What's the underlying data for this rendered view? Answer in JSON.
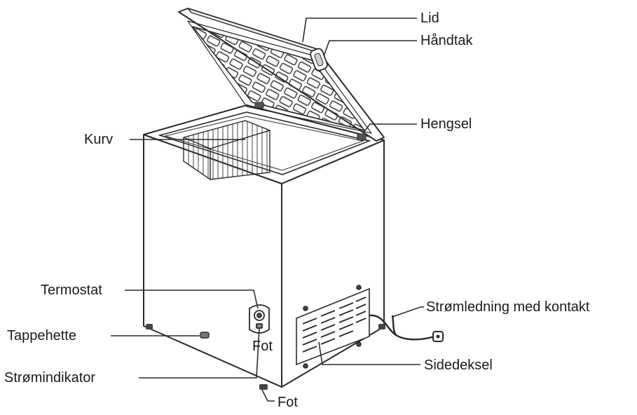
{
  "diagram": {
    "subject": "chest-freezer",
    "labels": {
      "lid": "Lid",
      "handle": "Håndtak",
      "hinge": "Hengsel",
      "basket": "Kurv",
      "thermostat": "Termostat",
      "drain_plug": "Tappehette",
      "power_indicator": "Strømindikator",
      "foot_upper": "Fot",
      "foot_lower": "Fot",
      "power_cord": "Strømledning med kontakt",
      "side_cover": "Sidedeksel"
    }
  }
}
